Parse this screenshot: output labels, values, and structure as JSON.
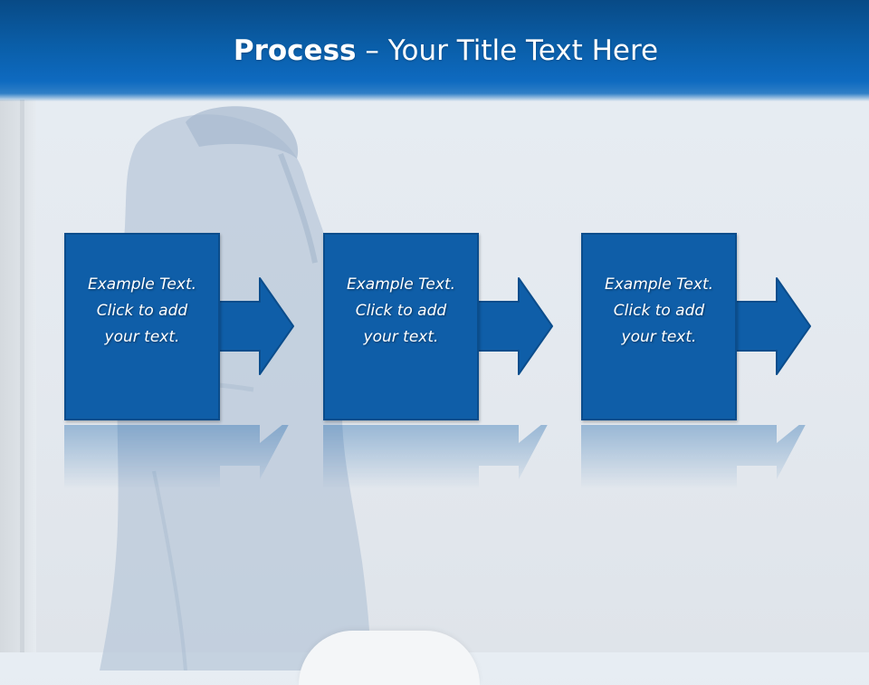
{
  "slide": {
    "title_bold": "Process",
    "title_rest": " – Your Title Text Here"
  },
  "steps": [
    {
      "text": "Example Text.\nClick  to add\nyour text."
    },
    {
      "text": "Example Text.\nClick  to add\nyour text."
    },
    {
      "text": "Example Text.\nClick  to add\nyour text."
    }
  ],
  "colors": {
    "header": "#0a5ea8",
    "box": "#0f5ea8",
    "text": "#ffffff"
  }
}
